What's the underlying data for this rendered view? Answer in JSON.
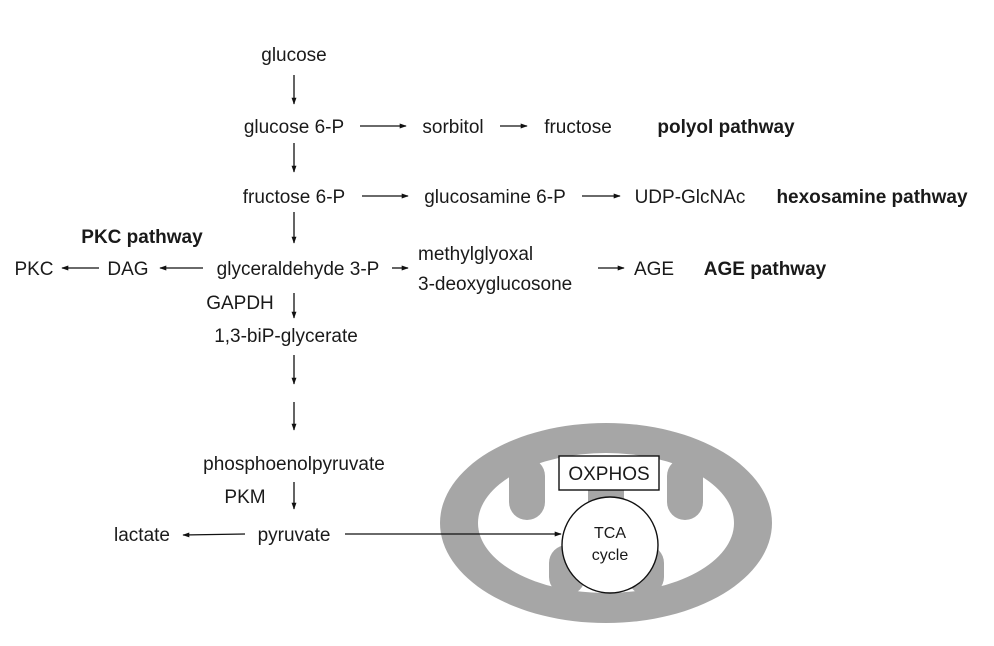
{
  "diagram": {
    "nodes": {
      "glucose": "glucose",
      "glucose_6p": "glucose 6-P",
      "sorbitol": "sorbitol",
      "fructose": "fructose",
      "fructose_6p": "fructose 6-P",
      "glucosamine_6p": "glucosamine 6-P",
      "udp_glcnac": "UDP-GlcNAc",
      "glyceraldehyde_3p": "glyceraldehyde 3-P",
      "dag": "DAG",
      "pkc": "PKC",
      "methylglyoxal": "methylglyoxal",
      "deoxyglucosone": "3-deoxyglucosone",
      "age": "AGE",
      "bisphosphoglycerate": "1,3-biP-glycerate",
      "phosphoenolpyruvate": "phosphoenolpyruvate",
      "pyruvate": "pyruvate",
      "lactate": "lactate"
    },
    "enzymes": {
      "gapdh": "GAPDH",
      "pkm": "PKM"
    },
    "pathways": {
      "polyol": "polyol pathway",
      "hexosamine": "hexosamine pathway",
      "pkc": "PKC pathway",
      "age": "AGE pathway"
    },
    "mitochondrion": {
      "oxphos": "OXPHOS",
      "tca_line1": "TCA",
      "tca_line2": "cycle"
    },
    "colors": {
      "mitochondrion_membrane": "#a6a6a6",
      "text": "#1a1a1a",
      "arrow": "#111111"
    }
  }
}
